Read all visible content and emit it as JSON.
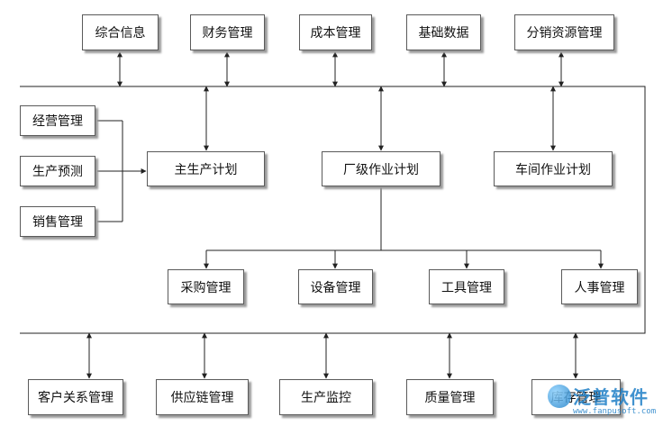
{
  "top_modules": {
    "m1": "综合信息",
    "m2": "财务管理",
    "m3": "成本管理",
    "m4": "基础数据",
    "m5": "分销资源管理"
  },
  "left_inputs": {
    "i1": "经营管理",
    "i2": "生产预测",
    "i3": "销售管理"
  },
  "plans": {
    "master": "主生产计划",
    "factory": "厂级作业计划",
    "workshop": "车间作业计划"
  },
  "sub_modules": {
    "s1": "采购管理",
    "s2": "设备管理",
    "s3": "工具管理",
    "s4": "人事管理"
  },
  "bottom_modules": {
    "b1": "客户关系管理",
    "b2": "供应链管理",
    "b3": "生产监控",
    "b4": "质量管理",
    "b5": "库存管理"
  },
  "watermark": {
    "name": "泛普软件",
    "url": "www.fanpusoft.com"
  },
  "colors": {
    "line": "#222222",
    "box_border": "#5a5a5a",
    "shadow": "#9a9a9a",
    "watermark": "#1e7fc7"
  }
}
